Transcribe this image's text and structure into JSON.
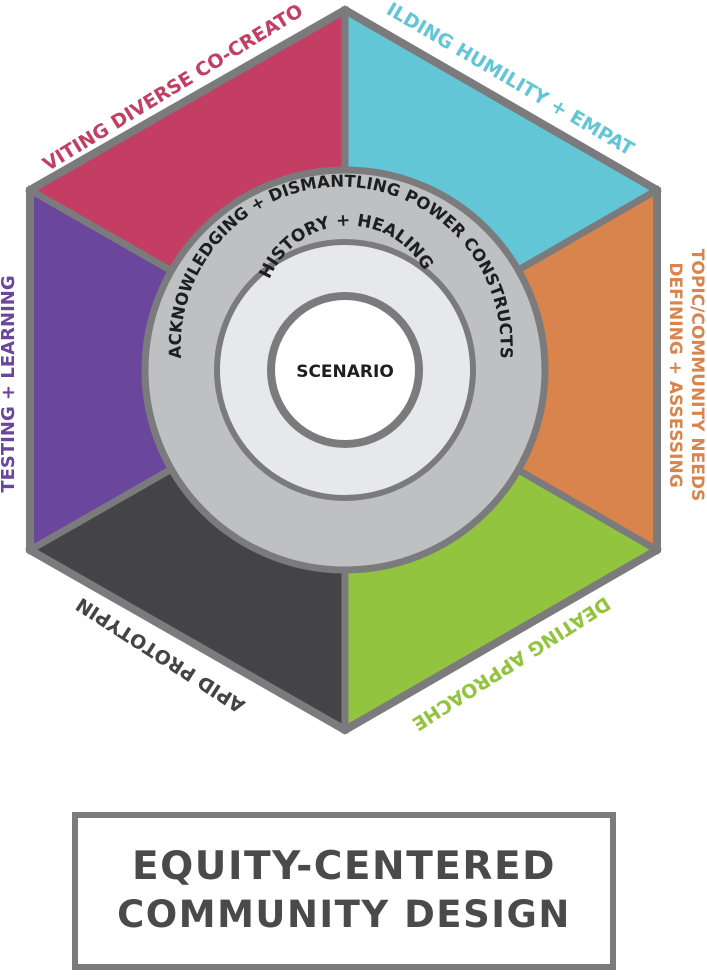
{
  "colors": {
    "outline": "#7b7b7e",
    "ring_outer": "#bfc0c2",
    "ring_inner": "#e7e8ea",
    "center": "#ffffff",
    "ring_text": "#1e1e1e"
  },
  "segments": [
    {
      "id": "inviting",
      "label": "INVITING DIVERSE CO-CREATORS",
      "color": "#c43d63",
      "text_color": "#c43d63"
    },
    {
      "id": "humility",
      "label": "BUILDING HUMILITY + EMPATHY",
      "color": "#63c6d6",
      "text_color": "#63c6d6"
    },
    {
      "id": "defining",
      "label_line1": "DEFINING + ASSESSING",
      "label_line2": "TOPIC/COMMUNITY NEEDS",
      "color": "#d8844c",
      "text_color": "#d8844c"
    },
    {
      "id": "ideating",
      "label": "IDEATING APPROACHES",
      "color": "#93c43f",
      "text_color": "#93c43f"
    },
    {
      "id": "prototyping",
      "label": "RAPID PROTOTYPING",
      "color": "#444446",
      "text_color": "#444446"
    },
    {
      "id": "testing",
      "label": "TESTING + LEARNING",
      "color": "#6a469c",
      "text_color": "#6a469c"
    }
  ],
  "rings": {
    "outer": "ACKNOWLEDGING + DISMANTLING POWER CONSTRUCTS",
    "inner": "HISTORY + HEALING",
    "center": "SCENARIO"
  },
  "title": {
    "line1": "EQUITY-CENTERED",
    "line2": "COMMUNITY DESIGN"
  }
}
